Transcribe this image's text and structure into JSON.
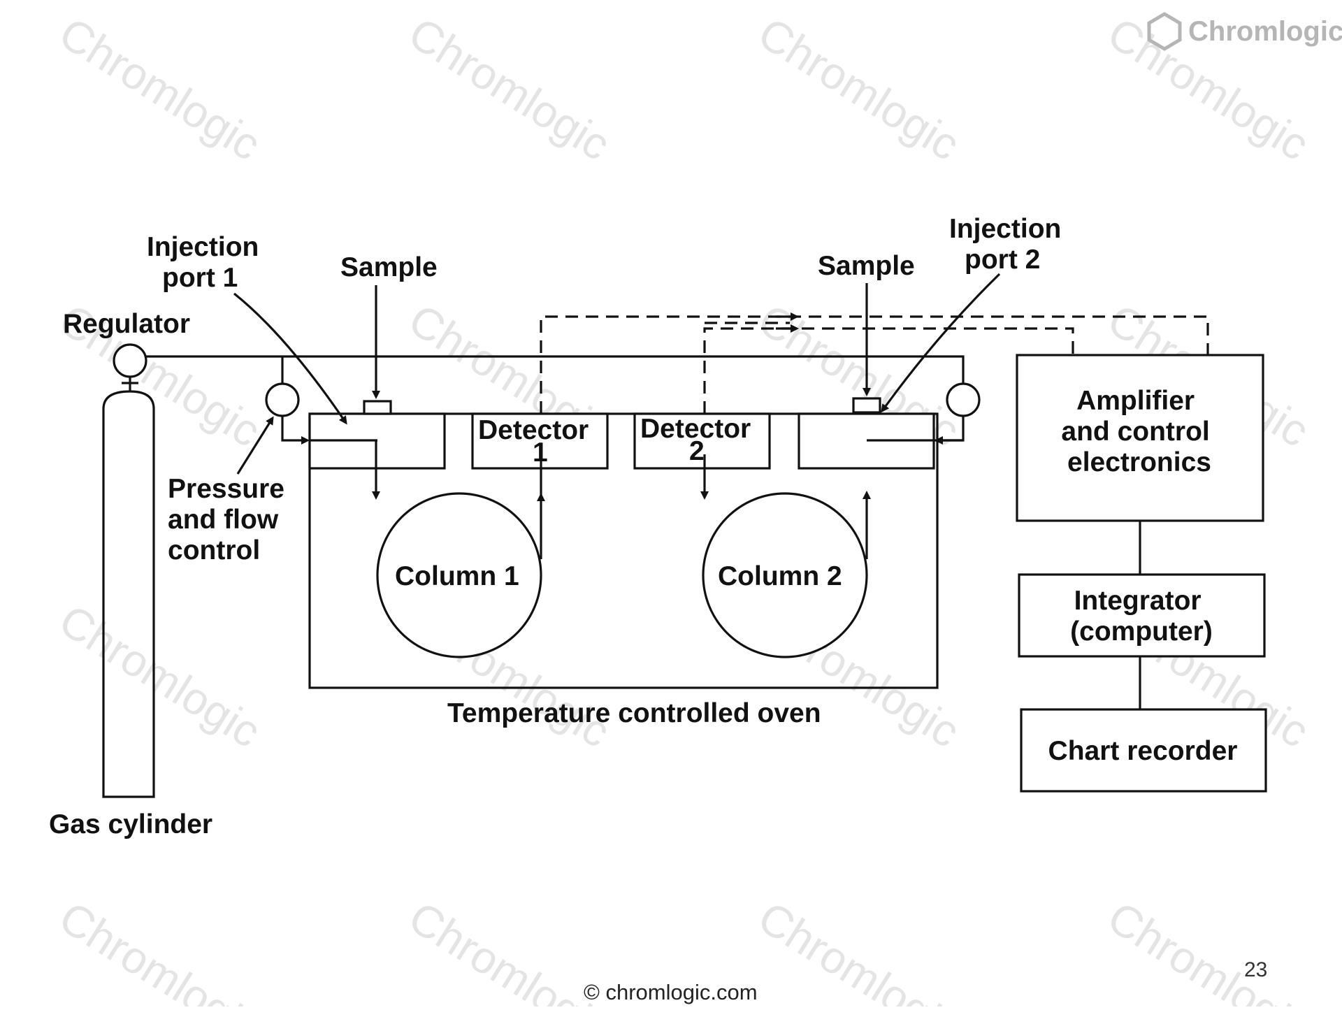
{
  "brand": {
    "name": "Chromlogic",
    "watermark": "Chromlogic"
  },
  "labels": {
    "regulator": "Regulator",
    "injection_port_1": [
      "Injection",
      "port 1"
    ],
    "sample_1": "Sample",
    "sample_2": "Sample",
    "injection_port_2": [
      "Injection",
      "port 2"
    ],
    "pressure_flow": [
      "Pressure",
      "and flow",
      "control"
    ],
    "detector_1": [
      "Detector",
      "1"
    ],
    "detector_2": [
      "Detector",
      "2"
    ],
    "column_1": "Column 1",
    "column_2": "Column 2",
    "oven": "Temperature controlled oven",
    "gas_cylinder": "Gas cylinder",
    "amplifier": [
      "Amplifier",
      "and control",
      "electronics"
    ],
    "integrator": [
      "Integrator",
      "(computer)"
    ],
    "chart_recorder": "Chart recorder"
  },
  "footer": {
    "copyright": "© chromlogic.com",
    "page_number": "23"
  },
  "colors": {
    "line": "#111111",
    "watermark": "#cfcfcf",
    "logo": "#b5b5b5"
  }
}
